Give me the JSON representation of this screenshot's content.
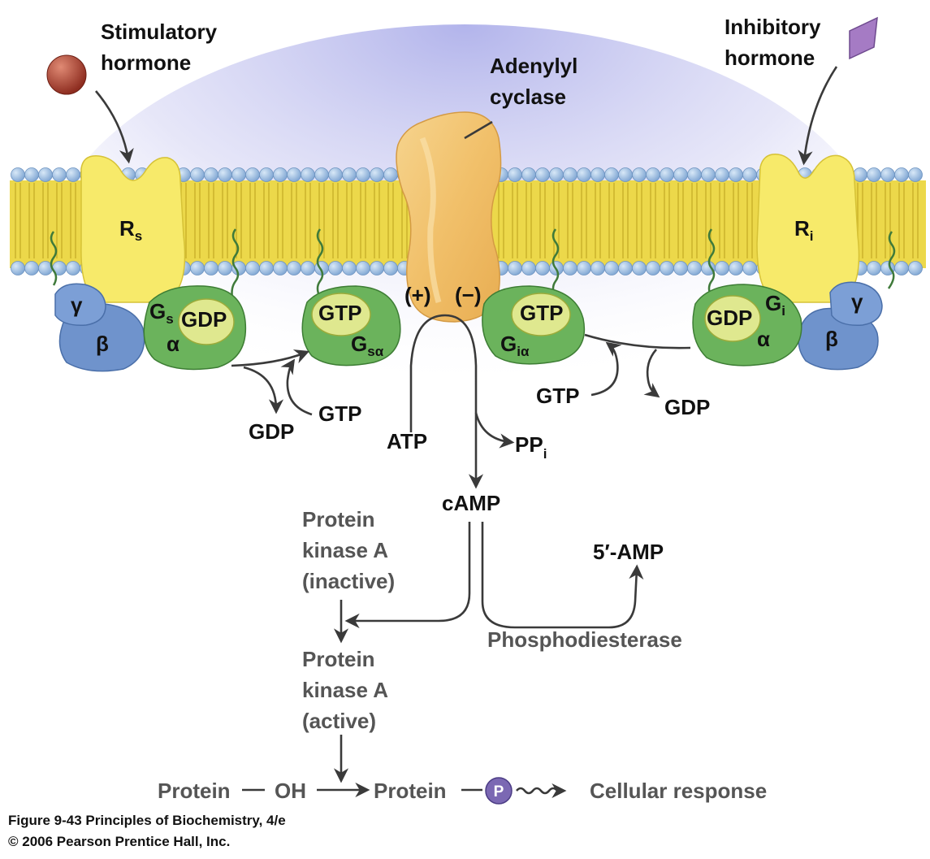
{
  "labels": {
    "stim_line1": "Stimulatory",
    "stim_line2": "hormone",
    "inhib_line1": "Inhibitory",
    "inhib_line2": "hormone",
    "ac_line1": "Adenylyl",
    "ac_line2": "cyclase",
    "rs_main": "R",
    "rs_sub": "s",
    "ri_main": "R",
    "ri_sub": "i",
    "gamma": "γ",
    "beta": "β",
    "alpha": "α",
    "gs_main": "G",
    "gs_sub": "s",
    "gi_main": "G",
    "gi_sub": "i",
    "gdp": "GDP",
    "gtp": "GTP",
    "gsa_main": "G",
    "gsa_sub": "sα",
    "gia_main": "G",
    "gia_sub": "iα",
    "plus": "(+)",
    "minus": "(−)",
    "atp": "ATP",
    "ppi_main": "PP",
    "ppi_sub": "i",
    "camp": "cAMP",
    "pka_inactive_1": "Protein",
    "pka_inactive_2": "kinase A",
    "pka_inactive_3": "(inactive)",
    "pka_active_1": "Protein",
    "pka_active_2": "kinase A",
    "pka_active_3": "(active)",
    "amp5": "5′-AMP",
    "pde": "Phosphodiesterase",
    "protein_oh_protein": "Protein",
    "protein_oh_oh": "OH",
    "protein_p": "Protein",
    "phospho": "P",
    "cellular_response": "Cellular response"
  },
  "caption": {
    "line1": "Figure 9-43  Principles of Biochemistry, 4/e",
    "line2": "© 2006 Pearson Prentice Hall, Inc."
  },
  "colors": {
    "membrane_head": "#8fb5dc",
    "membrane_tail": "#ecd84a",
    "receptor": "#f7ea6a",
    "cyclase": "#f3c774",
    "g_alpha": "#6bb35c",
    "nucleotide": "#dfe88f",
    "beta_gamma": "#6f93cc",
    "hormone_stim": "#a8402f",
    "hormone_inhib": "#a57bc4",
    "phosphate": "#7b68b3",
    "glow": "#c9c9ef"
  }
}
